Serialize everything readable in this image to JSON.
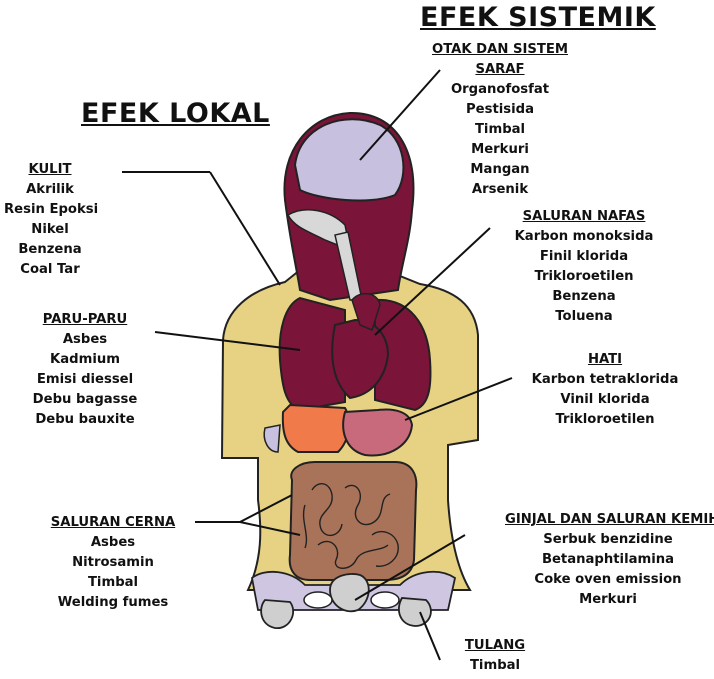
{
  "titles": {
    "sistemik": "EFEK SISTEMIK",
    "lokal": "EFEK LOKAL"
  },
  "groups": {
    "otak": {
      "heading_line1": "OTAK DAN SISTEM",
      "heading_line2": "SARAF",
      "items": [
        "Organofosfat",
        "Pestisida",
        "Timbal",
        "Merkuri",
        "Mangan",
        "Arsenik"
      ]
    },
    "kulit": {
      "heading": "KULIT",
      "items": [
        "Akrilik",
        "Resin Epoksi",
        "Nikel",
        "Benzena",
        "Coal Tar"
      ]
    },
    "nafas": {
      "heading": "SALURAN NAFAS",
      "items": [
        "Karbon monoksida",
        "Finil klorida",
        "Trikloroetilen",
        "Benzena",
        "Toluena"
      ]
    },
    "paru": {
      "heading": "PARU-PARU",
      "items": [
        "Asbes",
        "Kadmium",
        "Emisi diessel",
        "Debu bagasse",
        "Debu bauxite"
      ]
    },
    "hati": {
      "heading": "HATI",
      "items": [
        "Karbon tetraklorida",
        "Vinil klorida",
        "Trikloroetilen"
      ]
    },
    "cerna": {
      "heading": "SALURAN CERNA",
      "items": [
        "Asbes",
        "Nitrosamin",
        "Timbal",
        "Welding fumes"
      ]
    },
    "ginjal": {
      "heading": "GINJAL DAN SALURAN KEMIH",
      "items": [
        "Serbuk benzidine",
        "Betanaphtilamina",
        "Coke oven emission",
        "Merkuri"
      ]
    },
    "tulang": {
      "heading": "TULANG",
      "items": [
        "Timbal"
      ]
    }
  },
  "colors": {
    "skin": "#e6d282",
    "organ": "#7a1438",
    "brain": "#c7c0df",
    "liver": "#f07a4a",
    "stomach": "#c96a7c",
    "intestine": "#a9735a",
    "bone": "#cfcfcf",
    "pelvis": "#cfc6e2"
  }
}
